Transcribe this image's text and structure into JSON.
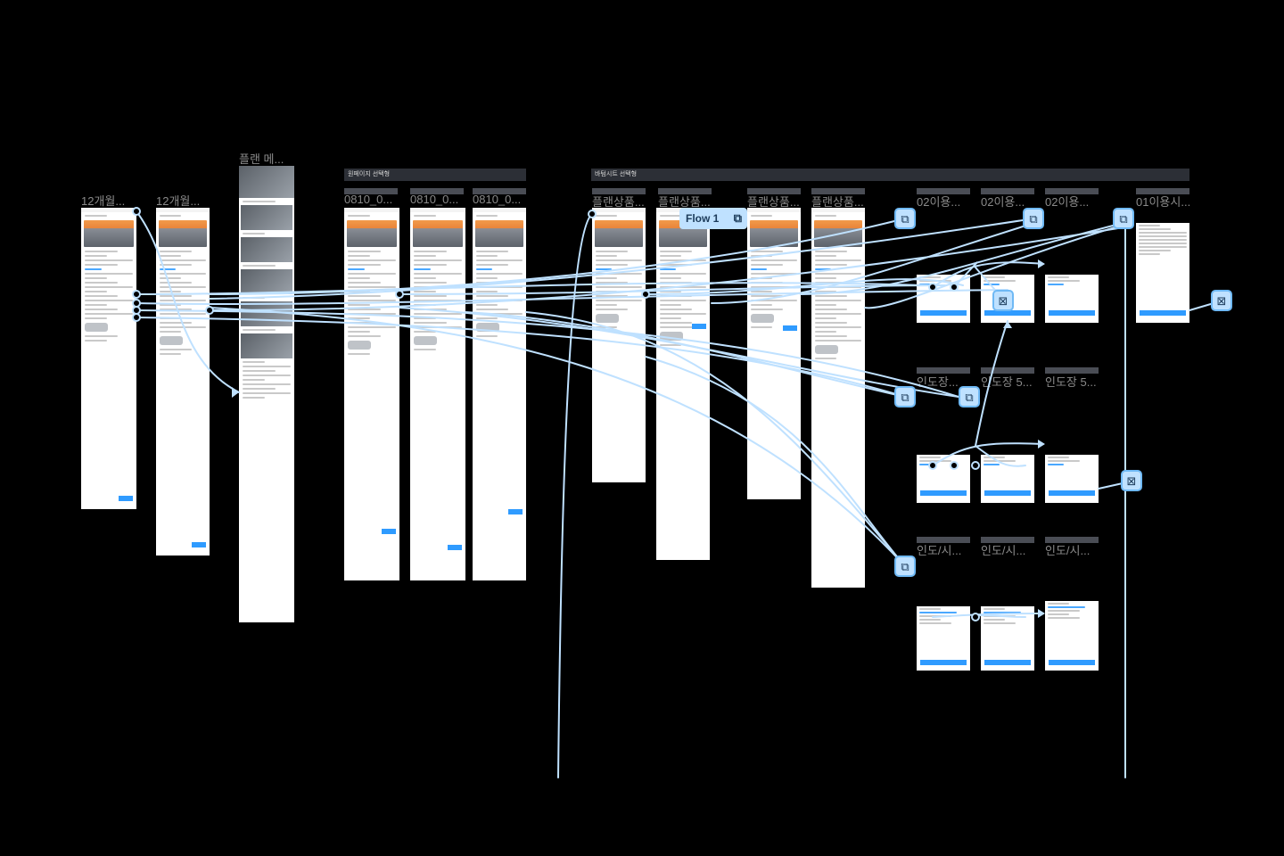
{
  "labels": {
    "frame1": "12개월...",
    "frame2": "12개월...",
    "frame3": "플랜 메...",
    "frame4": "0810_0...",
    "frame5": "0810_0...",
    "frame6": "0810_0...",
    "frame7": "플랜상품...",
    "frame8": "플랜상품...",
    "frame9": "플랜상품...",
    "frame10": "플랜상품...",
    "frame11": "02이용...",
    "frame12": "02이용...",
    "frame13": "02이용...",
    "frame14": "01이용시...",
    "frame15": "인도장...",
    "frame16": "인도장 5...",
    "frame17": "인도장 5...",
    "frame18": "인도/시...",
    "frame19": "인도/시...",
    "frame20": "인도/시..."
  },
  "sections": {
    "left": "원페이지 선택형",
    "right": "바텀시트 선택형"
  },
  "flow_label": "Flow 1",
  "icons": {
    "flow_start": "flow-start-icon",
    "close": "close-icon"
  },
  "colors": {
    "background": "#000000",
    "wire": "#bfe1ff",
    "accent": "#2f9bff",
    "hero_orange": "#f29a4b"
  }
}
